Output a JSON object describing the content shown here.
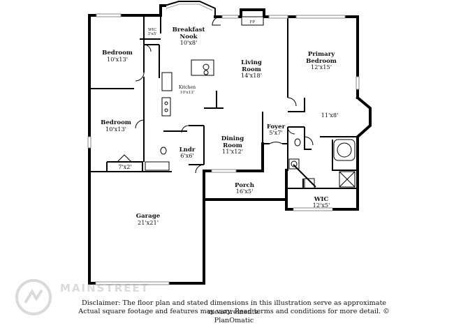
{
  "rooms": {
    "breakfast_nook": {
      "name_line1": "Breakfast",
      "name_line2": "Nook",
      "dim": "10'x8'"
    },
    "wic_small": {
      "name": "WIC",
      "dim": "3'x5'"
    },
    "bedroom_1": {
      "name": "Bedroom",
      "dim": "10'x13'"
    },
    "kitchen": {
      "name": "Kitchen",
      "dim": "10'x13'"
    },
    "living_room": {
      "name_line1": "Living",
      "name_line2": "Room",
      "dim": "14'x18'"
    },
    "primary_bedroom": {
      "name_line1": "Primary",
      "name_line2": "Bedroom",
      "dim": "12'x15'"
    },
    "fireplace": {
      "label": "FP"
    },
    "bedroom_2": {
      "name": "Bedroom",
      "dim": "10'x13'"
    },
    "closet": {
      "dim": "7'x2'"
    },
    "laundry": {
      "name": "Lndr",
      "dim": "6'x6'"
    },
    "dining_room": {
      "name_line1": "Dining",
      "name_line2": "Room",
      "dim": "11'x12'"
    },
    "foyer": {
      "name": "Foyer",
      "dim": "5'x7'"
    },
    "bath_area": {
      "dim": "11'x8'"
    },
    "porch": {
      "name": "Porch",
      "dim": "16'x5'"
    },
    "wic_primary": {
      "name": "WIC",
      "dim": "12'x5'"
    },
    "garage": {
      "name": "Garage",
      "dim": "21'x21'"
    }
  },
  "disclaimer": {
    "line1": "Disclaimer: The floor plan and stated dimensions in this illustration serve as approximate measurements.",
    "line2": "Actual square footage and features may vary. Read terms and conditions for more detail. © PlanOmatic"
  },
  "watermark": {
    "text": "MAINSTREET",
    "icon": "logo-circle-icon"
  }
}
